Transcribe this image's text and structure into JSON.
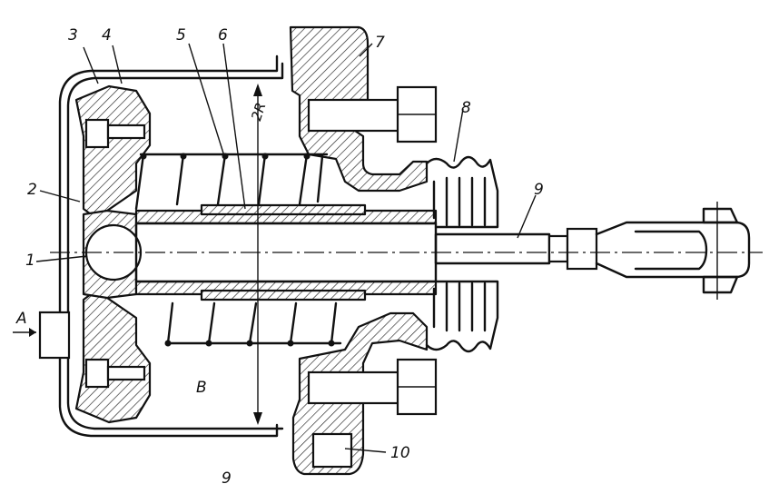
{
  "labels": {
    "n1": "1",
    "n2": "2",
    "n3": "3",
    "n4": "4",
    "n5": "5",
    "n6": "6",
    "n7": "7",
    "n8": "8",
    "n9": "9",
    "n10": "10",
    "a": "A",
    "b": "B",
    "two_r": "2R",
    "bottom": "9"
  }
}
